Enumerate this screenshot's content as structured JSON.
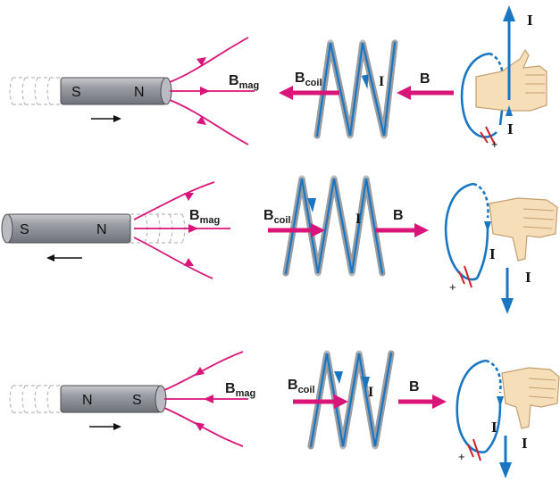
{
  "colors": {
    "field": "#d9157a",
    "current": "#1976c2",
    "coil_gray": "#9a9da2",
    "magnet_body": "#8d8f96",
    "battery": "#d0202a",
    "skin": "#f5deb8"
  },
  "panels": [
    {
      "magnet": {
        "left_pole": "S",
        "right_pole": "N",
        "motion": "right",
        "ghost_side": "left"
      },
      "bmag": {
        "base": "B",
        "sub": "mag"
      },
      "bcoil": {
        "base": "B",
        "sub": "coil"
      },
      "b_label": "B",
      "current_label": "I",
      "right_hand": {
        "direction": "thumb-up",
        "current_arrow": "up",
        "battery_sign": "+"
      }
    },
    {
      "magnet": {
        "left_pole": "S",
        "right_pole": "N",
        "motion": "left",
        "ghost_side": "right"
      },
      "bmag": {
        "base": "B",
        "sub": "mag"
      },
      "bcoil": {
        "base": "B",
        "sub": "coil"
      },
      "b_label": "B",
      "current_label": "I",
      "right_hand": {
        "direction": "thumb-down",
        "current_arrow": "down",
        "battery_sign": "+"
      }
    },
    {
      "magnet": {
        "left_pole": "N",
        "right_pole": "S",
        "motion": "right",
        "ghost_side": "left"
      },
      "bmag": {
        "base": "B",
        "sub": "mag"
      },
      "bcoil": {
        "base": "B",
        "sub": "coil"
      },
      "b_label": "B",
      "current_label": "I",
      "right_hand": {
        "direction": "thumb-down",
        "current_arrow": "down",
        "battery_sign": "+"
      }
    }
  ]
}
